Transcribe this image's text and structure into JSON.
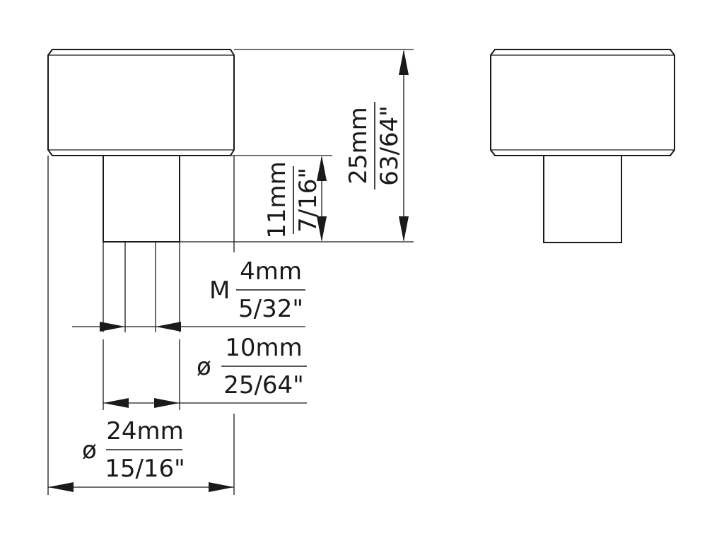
{
  "dimensions": {
    "thread": {
      "prefix": "M",
      "metric": "4mm",
      "imperial": "5/32\""
    },
    "stem_diameter": {
      "symbol": "ø",
      "metric": "10mm",
      "imperial": "25/64\""
    },
    "head_diameter": {
      "symbol": "ø",
      "metric": "24mm",
      "imperial": "15/16\""
    },
    "total_height": {
      "metric": "25mm",
      "imperial": "63/64\""
    },
    "stem_height": {
      "metric": "11mm",
      "imperial": "7/16\""
    }
  },
  "colors": {
    "line": "#1a1a1a",
    "background": "#ffffff"
  }
}
